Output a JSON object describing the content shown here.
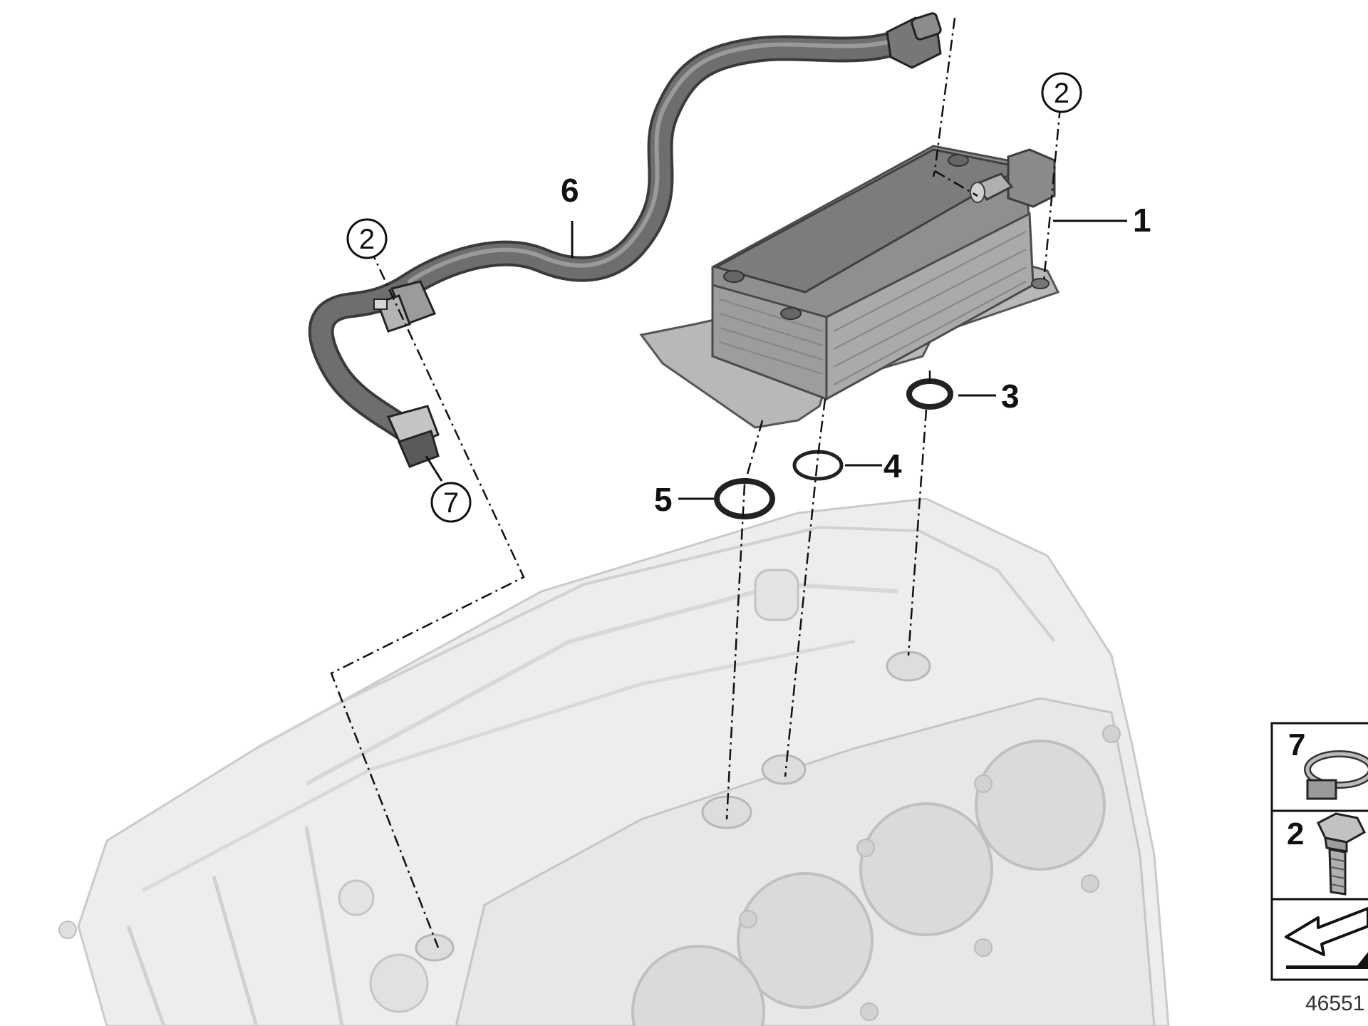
{
  "callouts": {
    "c1": "1",
    "c2a": "2",
    "c2b": "2",
    "c3": "3",
    "c4": "4",
    "c5": "5",
    "c6": "6",
    "c7": "7"
  },
  "legend": {
    "items": [
      {
        "number": "7",
        "icon": "hose-clamp-icon"
      },
      {
        "number": "2",
        "icon": "hex-bolt-icon"
      },
      {
        "number": "",
        "icon": "arrow-symbol-icon"
      }
    ]
  },
  "diagram_id": "46551"
}
